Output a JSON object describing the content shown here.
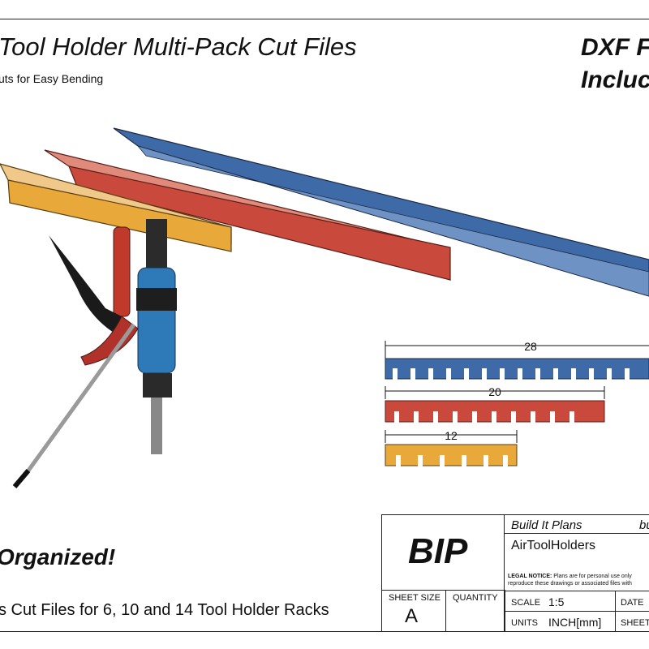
{
  "header": {
    "title": "Tool Holder Multi-Pack Cut Files",
    "subtitle": "uts for Easy Bending",
    "badge_line1": "DXF F",
    "badge_line2": "Incluc"
  },
  "dimensions": {
    "rack_28": "28",
    "rack_20": "20",
    "rack_12": "12"
  },
  "colors": {
    "blue_rack": "#3f6aa8",
    "red_rack": "#c94a3c",
    "yellow_rack": "#e8a93a"
  },
  "footer": {
    "tagline": "Organized!",
    "description": "s Cut Files for 6, 10 and 14 Tool Holder Racks"
  },
  "title_block": {
    "logo": "BIP",
    "company": "Build It Plans",
    "company_right": "bu",
    "drawing_name": "AirToolHolders",
    "legal_bold": "LEGAL NOTICE:",
    "legal_text": " Plans are for personal use only",
    "legal_text2": "reproduce these drawings or associated files with",
    "sheet_size_label": "SHEET SIZE",
    "sheet_size_value": "A",
    "quantity_label": "QUANTITY",
    "scale_label": "SCALE",
    "scale_value": "1:5",
    "date_label": "DATE",
    "units_label": "UNITS",
    "units_value": "INCH[mm]",
    "sheet_label": "SHEET"
  }
}
